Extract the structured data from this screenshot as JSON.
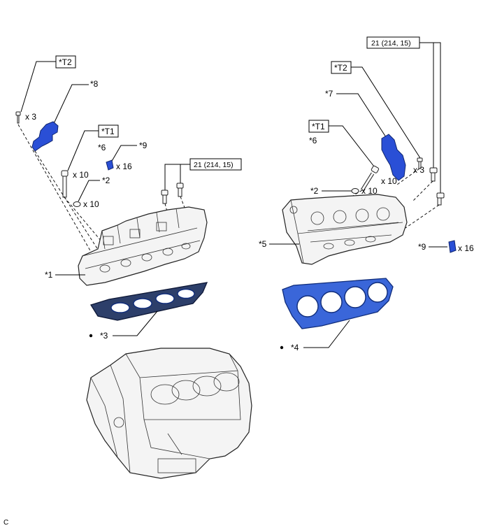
{
  "labels": {
    "t2_left": "*T2",
    "t1_left": "*T1",
    "t2_right": "*T2",
    "t1_right": "*T1",
    "part1": "*1",
    "part2_left": "*2",
    "part2_right": "*2",
    "part3": "*3",
    "part4": "*4",
    "part5": "*5",
    "part6_left": "*6",
    "part6_right": "*6",
    "part7": "*7",
    "part8": "*8",
    "part9_left": "*9",
    "part9_right": "*9"
  },
  "quantities": {
    "left_bolt_small": "x 3",
    "left_bolt_long": "x 10",
    "left_washer": "x 10",
    "left_plug": "x 16",
    "right_bolt_small": "x 3",
    "right_bolt_long": "x 10",
    "right_washer": "x 10",
    "right_plug": "x 16"
  },
  "torque": {
    "left": "21 (214, 15)",
    "right": "21 (214, 15)"
  },
  "footer": {
    "code": "C"
  },
  "colors": {
    "part_blue": "#2a4fd6",
    "gasket_blue": "#3a66d9",
    "gasket_dark": "#2d3f6a"
  }
}
